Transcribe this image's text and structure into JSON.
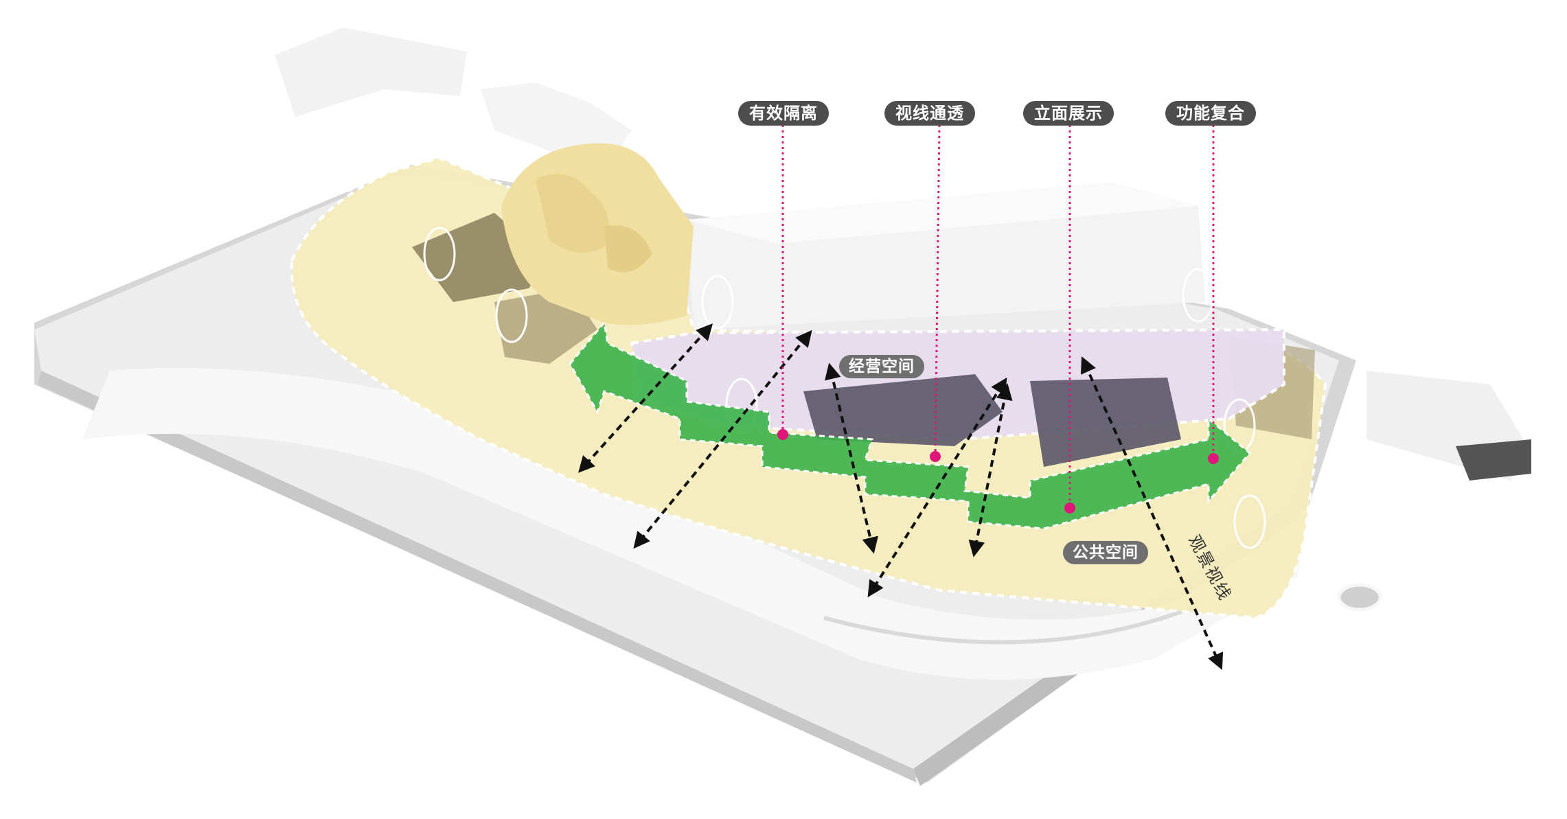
{
  "labels": {
    "isolation": "有效隔离",
    "sightline": "视线通透",
    "facade": "立面展示",
    "composite": "功能复合"
  },
  "zones": {
    "business": "经营空间",
    "public": "公共空间"
  },
  "view_label": "观景视线",
  "colors": {
    "ground": "#e6e6e6",
    "public_area": "#f6ecbd",
    "business_area": "#e7dcef",
    "flow": "#3cb34a",
    "marker": "#e0157a",
    "pill": "#4d4d4d"
  }
}
